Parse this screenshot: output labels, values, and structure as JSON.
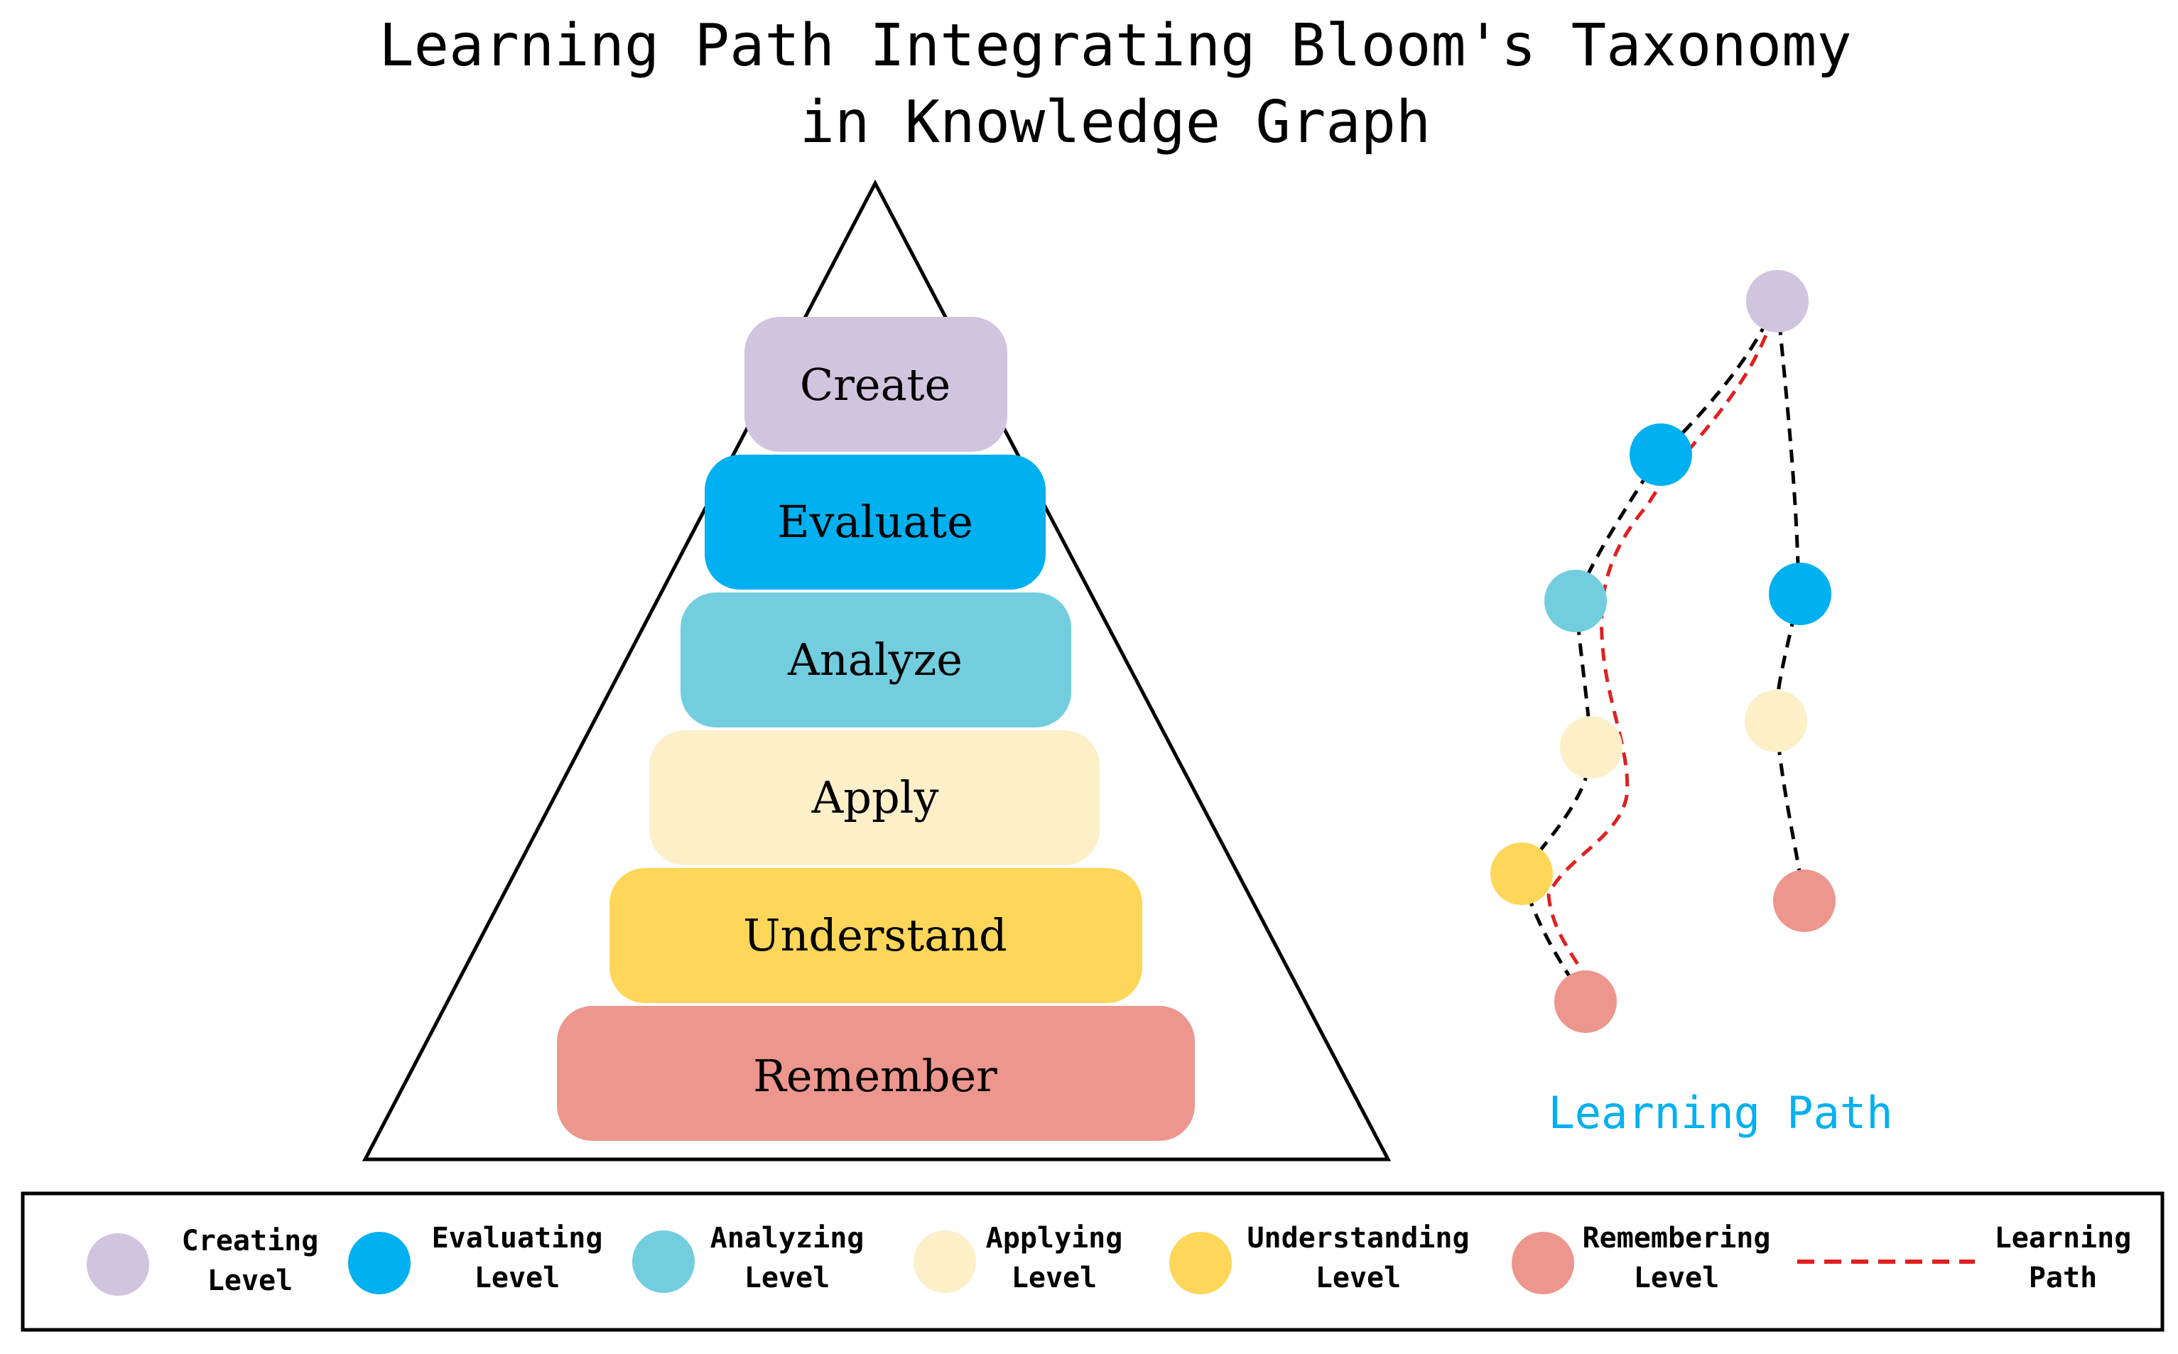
{
  "title": {
    "line1": "Learning Path Integrating Bloom's Taxonomy",
    "line2": "in Knowledge Graph"
  },
  "pyramid": {
    "levels": [
      {
        "label": "Create",
        "color": "#d1c4df"
      },
      {
        "label": "Evaluate",
        "color": "#00b0f0"
      },
      {
        "label": "Analyze",
        "color": "#72cddf"
      },
      {
        "label": "Apply",
        "color": "#fdf0c9"
      },
      {
        "label": "Understand",
        "color": "#fed65a"
      },
      {
        "label": "Remember",
        "color": "#ed968d"
      }
    ]
  },
  "graph": {
    "caption": "Learning Path",
    "caption_color": "#00b0f0",
    "edge_color": "#000000",
    "path_color": "#e02020"
  },
  "legend": {
    "items": [
      {
        "line1": "Creating",
        "line2": "Level",
        "color": "#d1c4df"
      },
      {
        "line1": "Evaluating",
        "line2": "Level",
        "color": "#00b0f0"
      },
      {
        "line1": "Analyzing",
        "line2": "Level",
        "color": "#72cddf"
      },
      {
        "line1": "Applying",
        "line2": "Level",
        "color": "#fdf0c9"
      },
      {
        "line1": "Understanding",
        "line2": "Level",
        "color": "#fed65a"
      },
      {
        "line1": "Remembering",
        "line2": "Level",
        "color": "#ed968d"
      }
    ],
    "path_item": {
      "line1": "Learning",
      "line2": "Path",
      "color": "#e02020"
    }
  }
}
